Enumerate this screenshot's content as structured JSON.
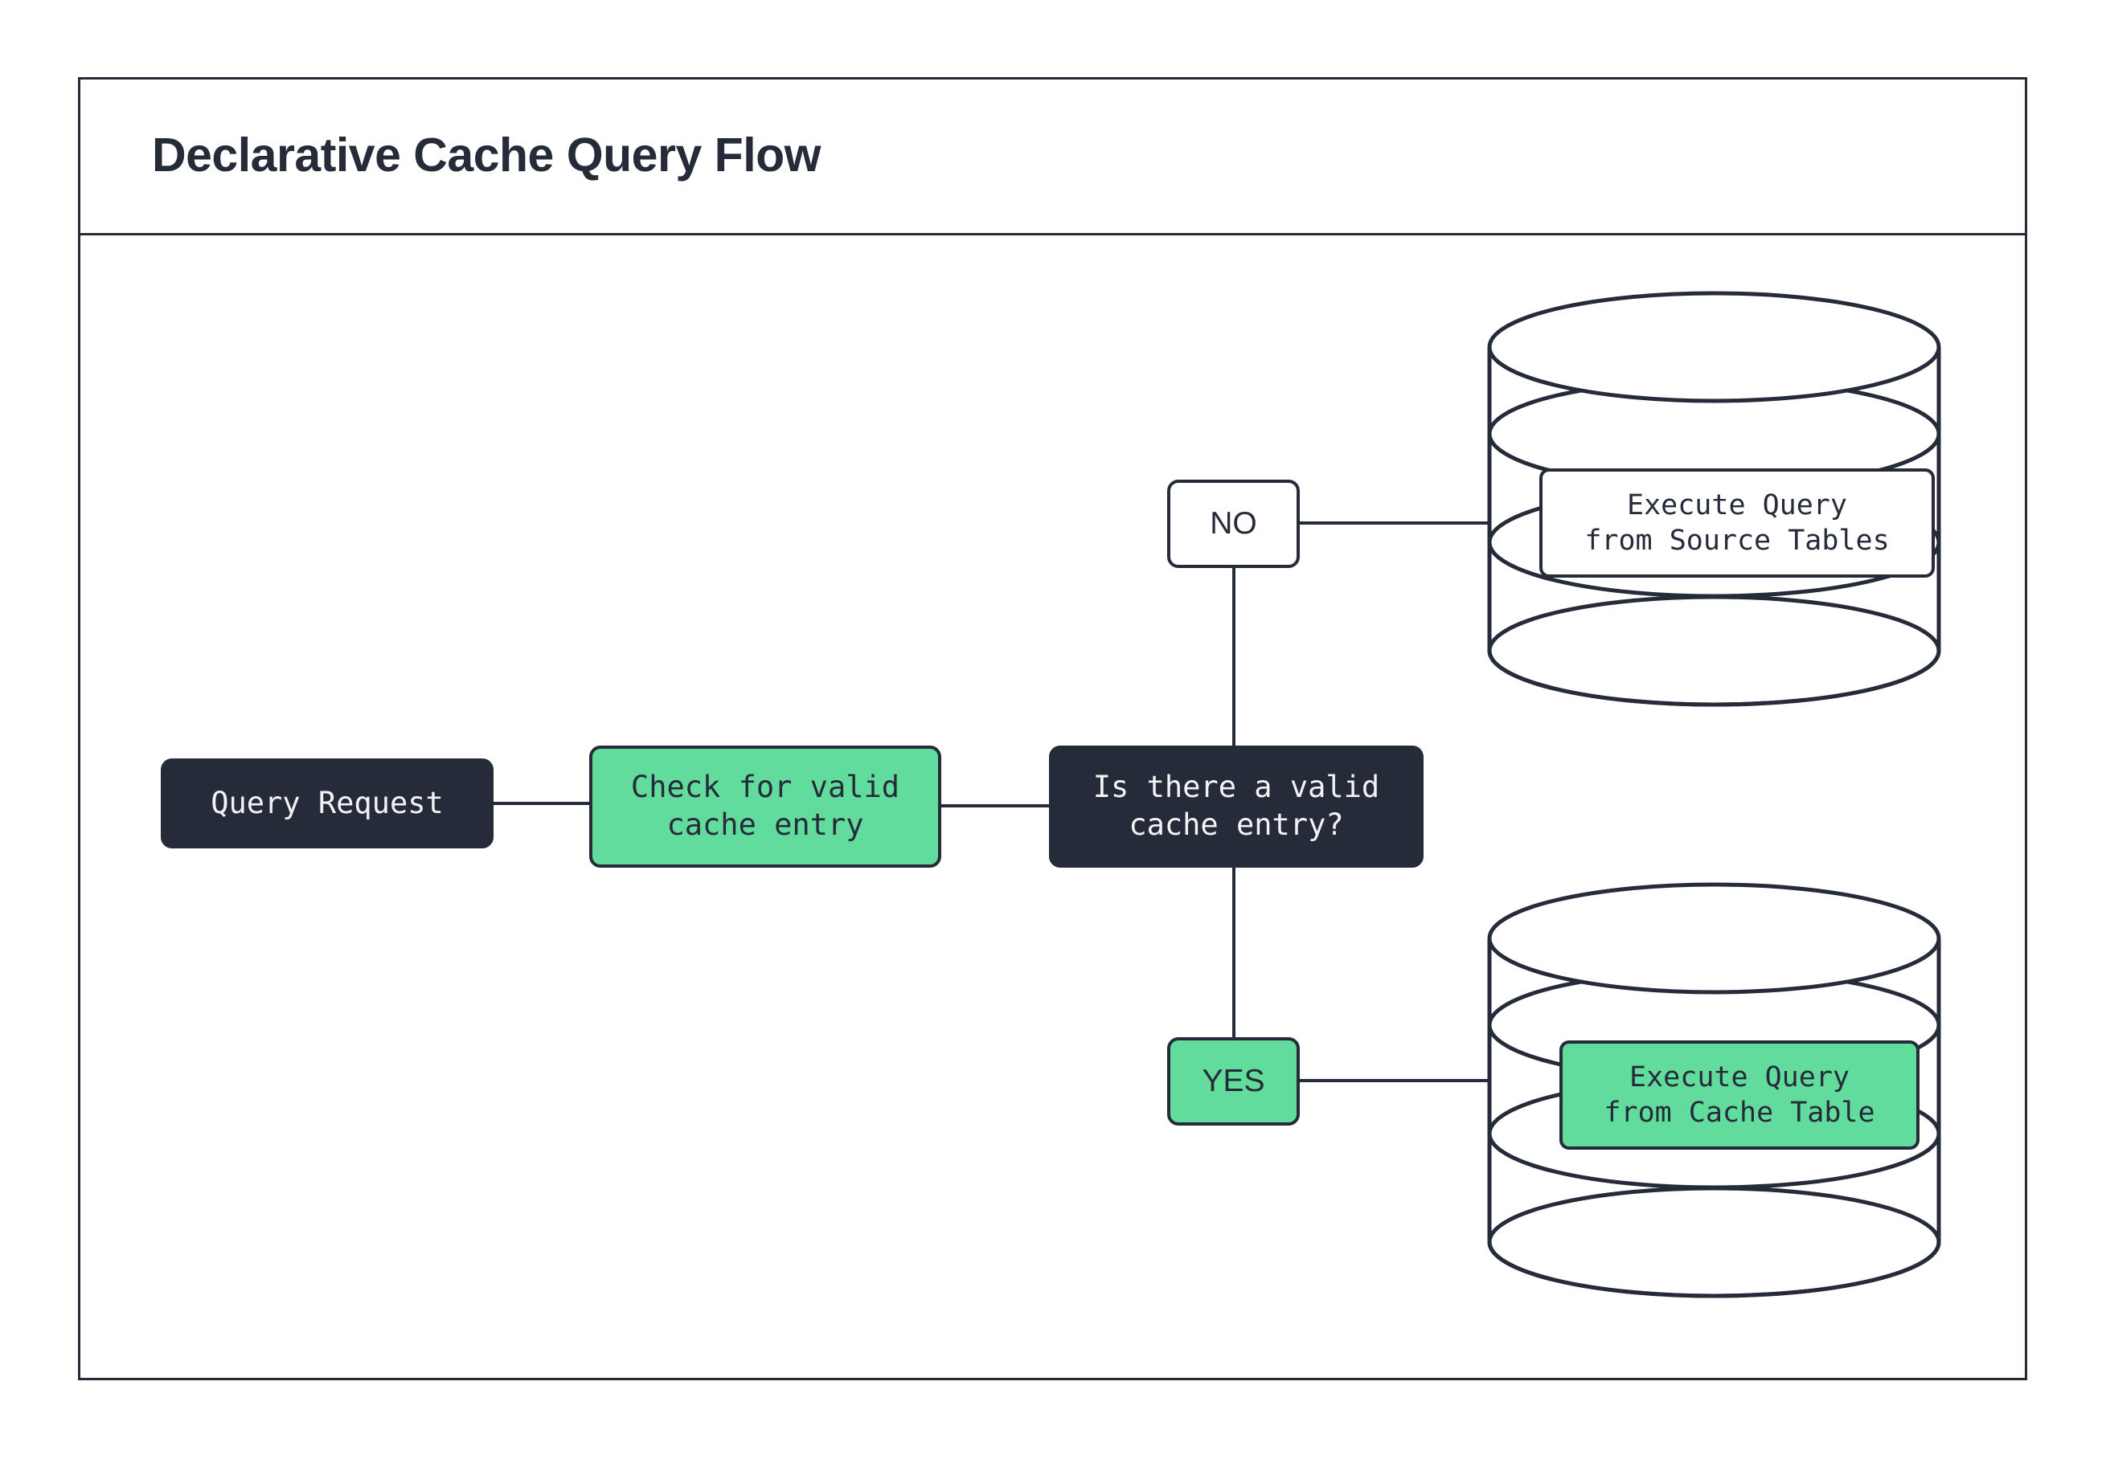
{
  "frame": {
    "title": "Declarative Cache Query Flow"
  },
  "colors": {
    "dark": "#262b3a",
    "green": "#62dc9c",
    "white": "#ffffff",
    "background": "#ffffff",
    "stroke": "#262b3a"
  },
  "diagram": {
    "type": "flowchart",
    "nodes": [
      {
        "id": "query-request",
        "label": "Query Request",
        "shape": "rounded-rect",
        "fill": "#262b3a",
        "text_color": "#f2f3f5"
      },
      {
        "id": "check-cache",
        "label": "Check for valid\ncache entry",
        "shape": "rounded-rect",
        "fill": "#62dc9c",
        "text_color": "#262b3a"
      },
      {
        "id": "decision",
        "label": "Is there a valid\ncache entry?",
        "shape": "rounded-rect",
        "fill": "#262b3a",
        "text_color": "#f2f3f5"
      },
      {
        "id": "label-no",
        "label": "NO",
        "shape": "rounded-rect",
        "fill": "#ffffff",
        "text_color": "#262b3a"
      },
      {
        "id": "label-yes",
        "label": "YES",
        "shape": "rounded-rect",
        "fill": "#62dc9c",
        "text_color": "#262b3a"
      },
      {
        "id": "exec-source",
        "label": "Execute Query\nfrom Source Tables",
        "shape": "rounded-rect",
        "fill": "#ffffff",
        "text_color": "#262b3a"
      },
      {
        "id": "exec-cache",
        "label": "Execute Query\nfrom Cache Table",
        "shape": "rounded-rect",
        "fill": "#62dc9c",
        "text_color": "#262b3a"
      },
      {
        "id": "db-source",
        "label": "",
        "shape": "cylinder",
        "fill": "#ffffff",
        "text_color": "#262b3a"
      },
      {
        "id": "db-cache",
        "label": "",
        "shape": "cylinder",
        "fill": "#ffffff",
        "text_color": "#262b3a"
      }
    ],
    "edges": [
      {
        "from": "query-request",
        "to": "check-cache",
        "style": "solid"
      },
      {
        "from": "check-cache",
        "to": "decision",
        "style": "solid"
      },
      {
        "from": "decision",
        "to": "label-no",
        "style": "solid"
      },
      {
        "from": "label-no",
        "to": "db-source",
        "style": "solid"
      },
      {
        "from": "decision",
        "to": "label-yes",
        "style": "solid"
      },
      {
        "from": "label-yes",
        "to": "db-cache",
        "style": "solid"
      }
    ]
  }
}
